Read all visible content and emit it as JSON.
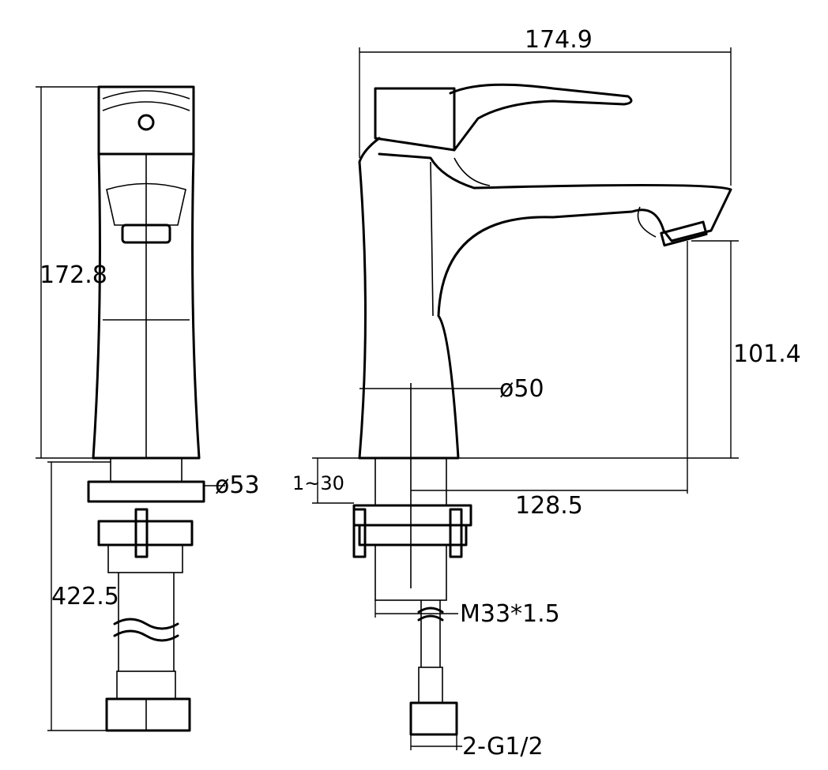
{
  "title": "Basin faucet dimension drawing",
  "dimensions": {
    "overall_length": "174.9",
    "body_height": "172.8",
    "spout_height": "101.4",
    "body_diameter": "ø50",
    "flange_diameter": "ø53",
    "deck_thickness": "1~30",
    "spout_reach": "128.5",
    "hose_length": "422.5",
    "thread": "M33*1.5",
    "hose_connection": "2-G1/2"
  }
}
